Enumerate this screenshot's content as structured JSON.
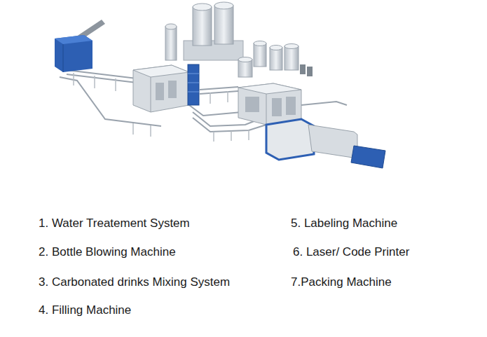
{
  "diagram": {
    "labels": [
      "1. Water Treatement System",
      "2. Bottle Blowing Machine",
      "3. Carbonated drinks Mixing System",
      "4. Filling Machine",
      "5. Labeling Machine",
      "6. Laser/ Code Printer",
      "7.Packing Machine"
    ]
  }
}
